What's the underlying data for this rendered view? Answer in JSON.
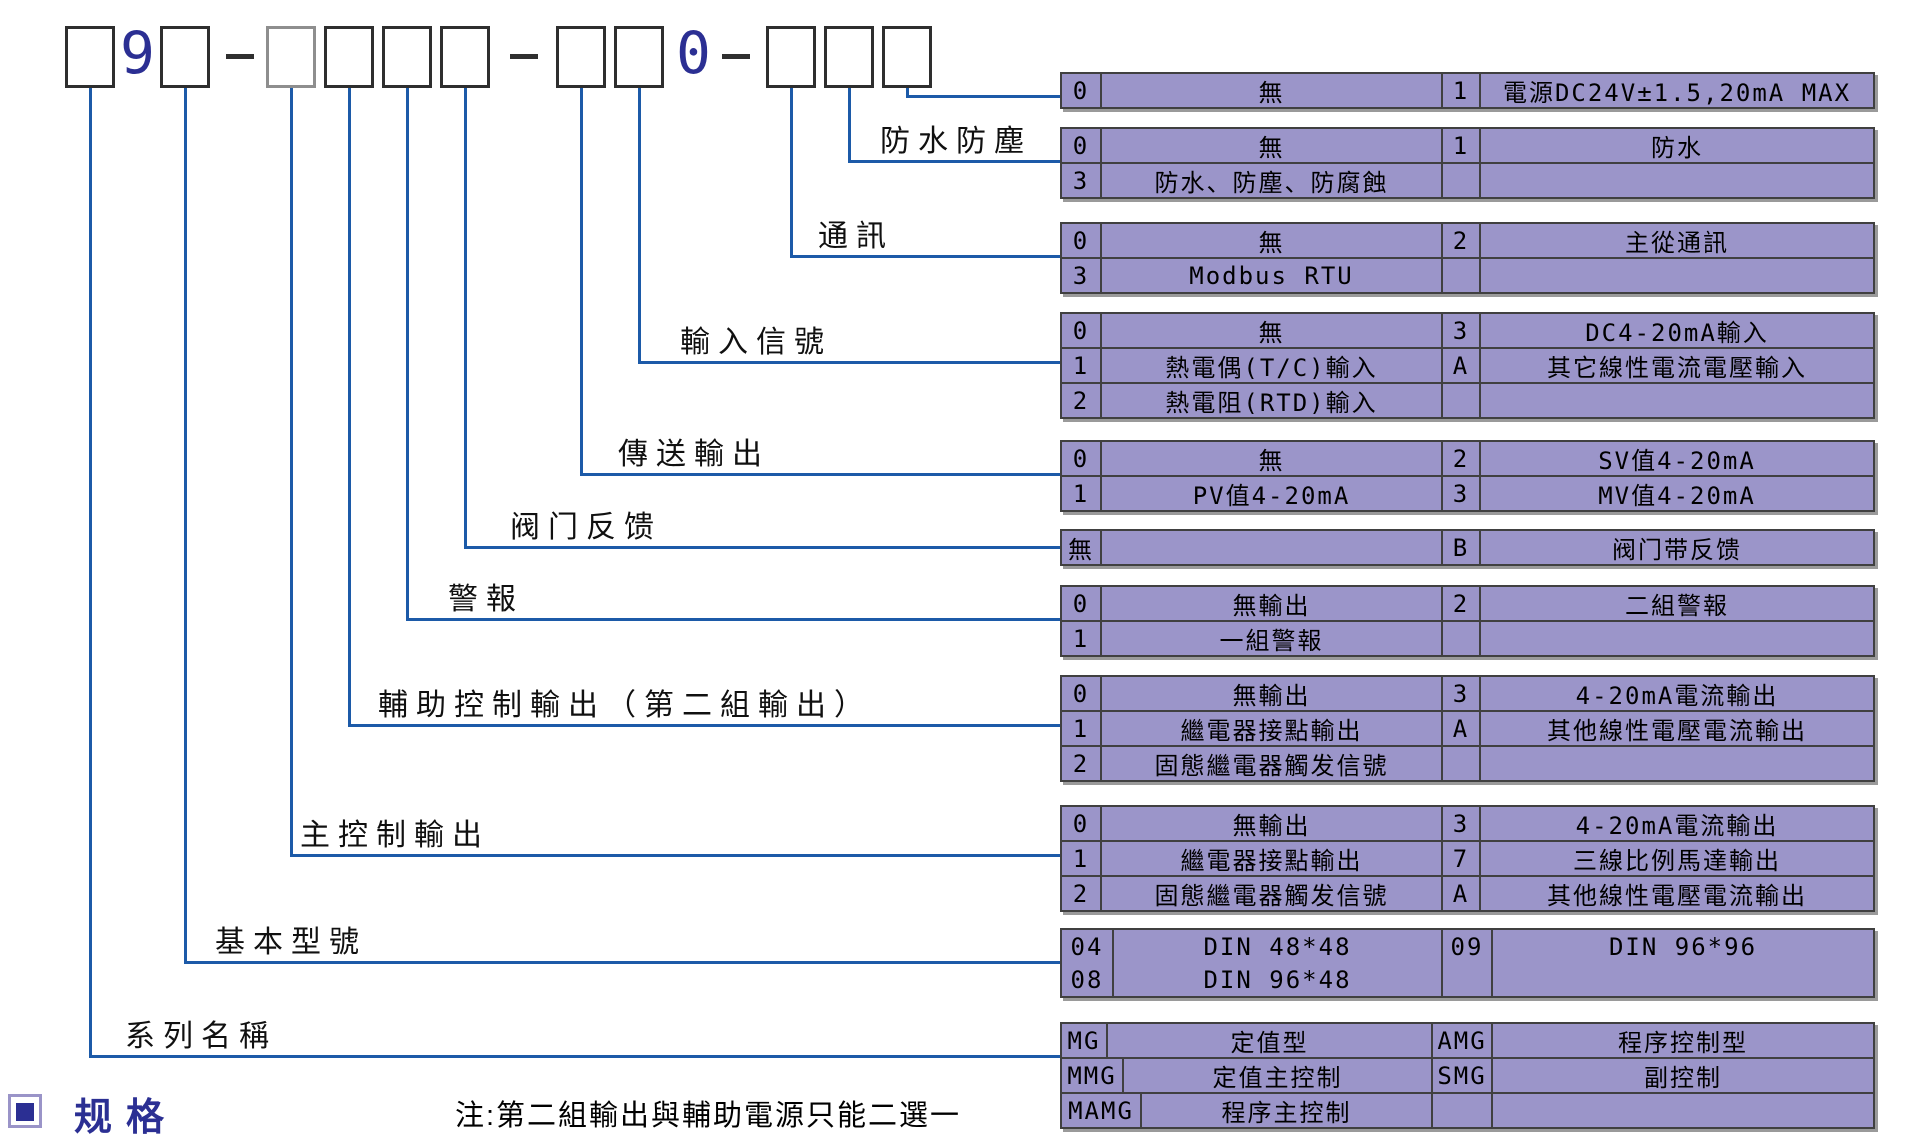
{
  "model": {
    "digit_9": "9",
    "digit_0": "0"
  },
  "groups": [
    {
      "label": "",
      "rows": [
        {
          "c1": "0",
          "d1": "無",
          "c2": "1",
          "d2": "電源DC24V±1.5,20mA MAX"
        }
      ]
    },
    {
      "label": "防水防塵",
      "rows": [
        {
          "c1": "0",
          "d1": "無",
          "c2": "1",
          "d2": "防水"
        },
        {
          "c1": "3",
          "d1": "防水、防塵、防腐蝕",
          "c2": "",
          "d2": ""
        }
      ]
    },
    {
      "label": "通訊",
      "rows": [
        {
          "c1": "0",
          "d1": "無",
          "c2": "2",
          "d2": "主從通訊"
        },
        {
          "c1": "3",
          "d1": "Modbus RTU",
          "c2": "",
          "d2": ""
        }
      ]
    },
    {
      "label": "輸入信號",
      "rows": [
        {
          "c1": "0",
          "d1": "無",
          "c2": "3",
          "d2": "DC4-20mA輸入"
        },
        {
          "c1": "1",
          "d1": "熱電偶(T/C)輸入",
          "c2": "A",
          "d2": "其它線性電流電壓輸入"
        },
        {
          "c1": "2",
          "d1": "熱電阻(RTD)輸入",
          "c2": "",
          "d2": ""
        }
      ]
    },
    {
      "label": "傳送輸出",
      "rows": [
        {
          "c1": "0",
          "d1": "無",
          "c2": "2",
          "d2": "SV值4-20mA"
        },
        {
          "c1": "1",
          "d1": "PV值4-20mA",
          "c2": "3",
          "d2": "MV值4-20mA"
        }
      ]
    },
    {
      "label": "阀门反馈",
      "rows": [
        {
          "c1": "無",
          "d1": "",
          "c2": "B",
          "d2": "阀门带反馈"
        }
      ]
    },
    {
      "label": "警報",
      "rows": [
        {
          "c1": "0",
          "d1": "無輸出",
          "c2": "2",
          "d2": "二組警報"
        },
        {
          "c1": "1",
          "d1": "一組警報",
          "c2": "",
          "d2": ""
        }
      ]
    },
    {
      "label": "輔助控制輸出（第二組輸出）",
      "rows": [
        {
          "c1": "0",
          "d1": "無輸出",
          "c2": "3",
          "d2": "4-20mA電流輸出"
        },
        {
          "c1": "1",
          "d1": "繼電器接點輸出",
          "c2": "A",
          "d2": "其他線性電壓電流輸出"
        },
        {
          "c1": "2",
          "d1": "固態繼電器觸发信號",
          "c2": "",
          "d2": ""
        }
      ]
    },
    {
      "label": "主控制輸出",
      "rows": [
        {
          "c1": "0",
          "d1": "無輸出",
          "c2": "3",
          "d2": "4-20mA電流輸出"
        },
        {
          "c1": "1",
          "d1": "繼電器接點輸出",
          "c2": "7",
          "d2": "三線比例馬達輸出"
        },
        {
          "c1": "2",
          "d1": "固態繼電器觸发信號",
          "c2": "A",
          "d2": "其他線性電壓電流輸出"
        }
      ]
    },
    {
      "label": "基本型號",
      "rows": [
        {
          "c1": "04",
          "d1": "DIN 48*48",
          "c2": "09",
          "d2": "DIN 96*96"
        },
        {
          "c1": "08",
          "d1": "DIN 96*48",
          "c2": "",
          "d2": ""
        }
      ]
    },
    {
      "label": "系列名稱",
      "rows": [
        {
          "c1": "MG",
          "d1": "定值型",
          "c2": "AMG",
          "d2": "程序控制型"
        },
        {
          "c1": "MMG",
          "d1": "定值主控制",
          "c2": "SMG",
          "d2": "副控制"
        },
        {
          "c1": "MAMG",
          "d1": "程序主控制",
          "c2": "",
          "d2": ""
        }
      ]
    }
  ],
  "footer": {
    "section_title": "规格",
    "note": "注:第二組輸出與輔助電源只能二選一"
  },
  "colors": {
    "table_fill": "#9b95c9",
    "connector_blue": "#1c5aa8",
    "navy": "#2b2f93"
  }
}
